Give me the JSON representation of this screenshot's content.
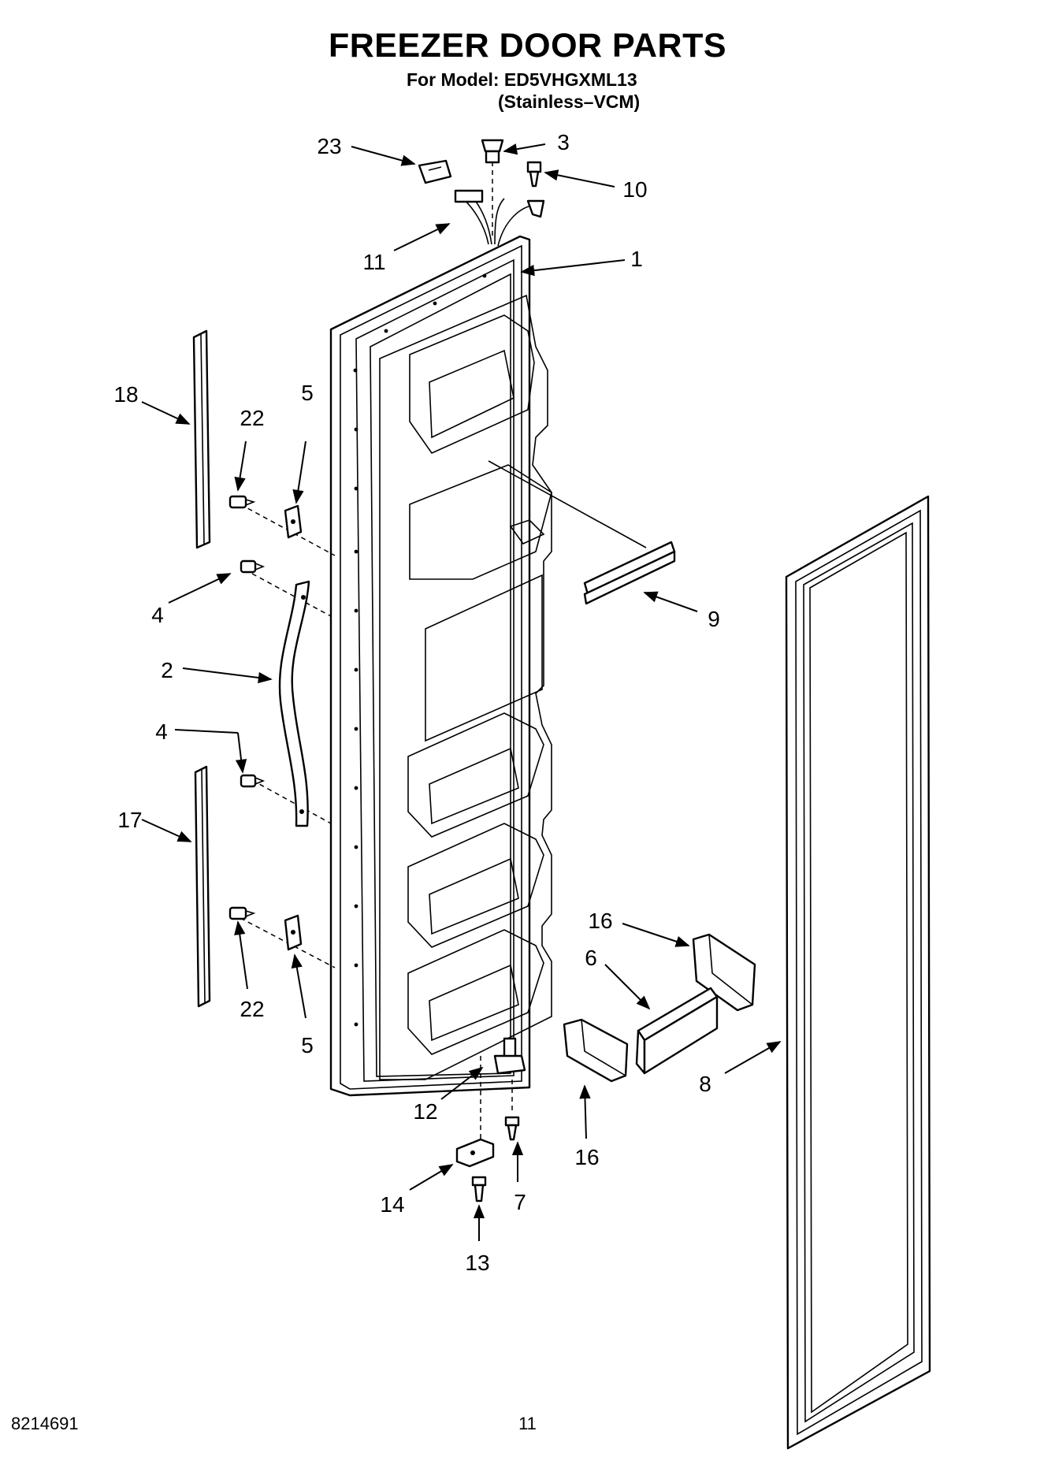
{
  "header": {
    "title": "FREEZER DOOR PARTS",
    "model_line": "For Model: ED5VHGXML13",
    "variant_line": "(Stainless–VCM)"
  },
  "callouts": {
    "c1": "1",
    "c2": "2",
    "c3": "3",
    "c4a": "4",
    "c4b": "4",
    "c5a": "5",
    "c5b": "5",
    "c6": "6",
    "c7": "7",
    "c8": "8",
    "c9": "9",
    "c10": "10",
    "c11": "11",
    "c12": "12",
    "c13": "13",
    "c14": "14",
    "c16a": "16",
    "c16b": "16",
    "c17": "17",
    "c18": "18",
    "c22a": "22",
    "c22b": "22",
    "c23": "23"
  },
  "footer": {
    "doc_number": "8214691",
    "page_number": "11"
  }
}
